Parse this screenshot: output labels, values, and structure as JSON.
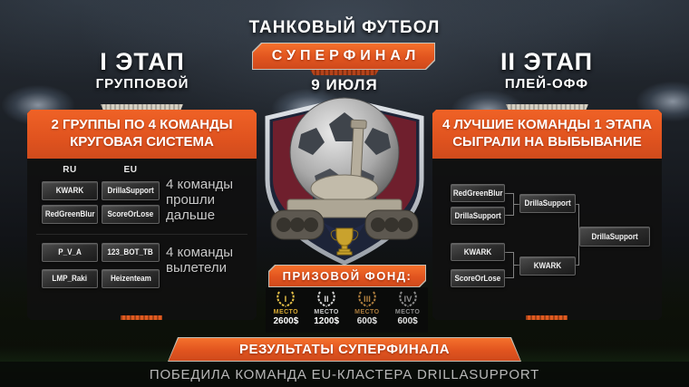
{
  "event": {
    "title": "ТАНКОВЫЙ ФУТБОЛ",
    "banner": "СУПЕРФИНАЛ",
    "date": "9 ИЮЛЯ"
  },
  "stage1": {
    "heading": "I ЭТАП",
    "subheading": "ГРУППОВОЙ",
    "panel_title": "2 ГРУППЫ ПО 4 КОМАНДЫ\nКРУГОВАЯ СИСТЕМА",
    "columns": {
      "left": "RU",
      "right": "EU"
    },
    "advanced": {
      "ru": [
        "KWARK",
        "RedGreenBlur"
      ],
      "eu": [
        "DrillaSupport",
        "ScoreOrLose"
      ],
      "note": "4 команды\nпрошли\nдальше"
    },
    "eliminated": {
      "ru": [
        "P_V_A",
        "LMP_Raki"
      ],
      "eu": [
        "123_BOT_TB",
        "Heizenteam"
      ],
      "note": "4 команды\nвылетели"
    }
  },
  "stage2": {
    "heading": "II ЭТАП",
    "subheading": "ПЛЕЙ-ОФФ",
    "panel_title": "4 ЛУЧШИЕ КОМАНДЫ 1 ЭТАПА\nСЫГРАЛИ НА ВЫБЫВАНИЕ",
    "bracket": {
      "semi1_team1": "RedGreenBlur",
      "semi1_team2": "DrillaSupport",
      "semi1_winner": "DrillaSupport",
      "semi2_team1": "KWARK",
      "semi2_team2": "ScoreOrLose",
      "semi2_winner": "KWARK",
      "champion": "DrillaSupport"
    }
  },
  "prize": {
    "title": "ПРИЗОВОЙ ФОНД:",
    "places": [
      {
        "numeral": "I",
        "label": "МЕСТО",
        "amount": "2600$",
        "color": "#e8c248"
      },
      {
        "numeral": "II",
        "label": "МЕСТО",
        "amount": "1200$",
        "color": "#d8d8d8"
      },
      {
        "numeral": "III",
        "label": "МЕСТО",
        "amount": "600$",
        "color": "#b07f3e"
      },
      {
        "numeral": "IV",
        "label": "МЕСТО",
        "amount": "600$",
        "color": "#8d8d8d"
      }
    ]
  },
  "results": {
    "title": "РЕЗУЛЬТАТЫ СУПЕРФИНАЛА",
    "winner_line": "ПОБЕДИЛА КОМАНДА EU-КЛАСТЕРА DRILLASUPPORT"
  },
  "colors": {
    "accent_orange": "#e6561f",
    "panel_bg": "#101010",
    "connector_gray": "#8f8f8f"
  }
}
